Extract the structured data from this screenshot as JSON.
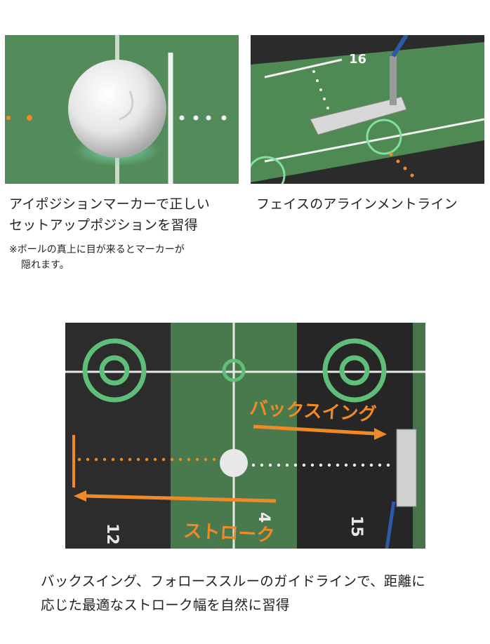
{
  "captions": {
    "ball": [
      "アイポジションマーカーで正しい",
      "セットアップポジションを習得"
    ],
    "ball_note": [
      "※ボールの真上に目が来るとマーカーが",
      "隠れます。"
    ],
    "putter": [
      "フェイスのアラインメントライン"
    ],
    "mat": [
      "バックスイング、フォローススルーのガイドラインで、距離に",
      "応じた最適なストローク幅を自然に習得"
    ]
  },
  "mat_labels": {
    "backswing": "バックスイング",
    "stroke": "ストローク",
    "marks": [
      "12",
      "4",
      "15",
      "16"
    ]
  },
  "colors": {
    "mat_dark": "#2a2a2a",
    "mat_green": "#4f8a55",
    "accent_orange": "#f08a28",
    "line_white": "#f2f2f2",
    "target_green": "#5fbf7a"
  }
}
